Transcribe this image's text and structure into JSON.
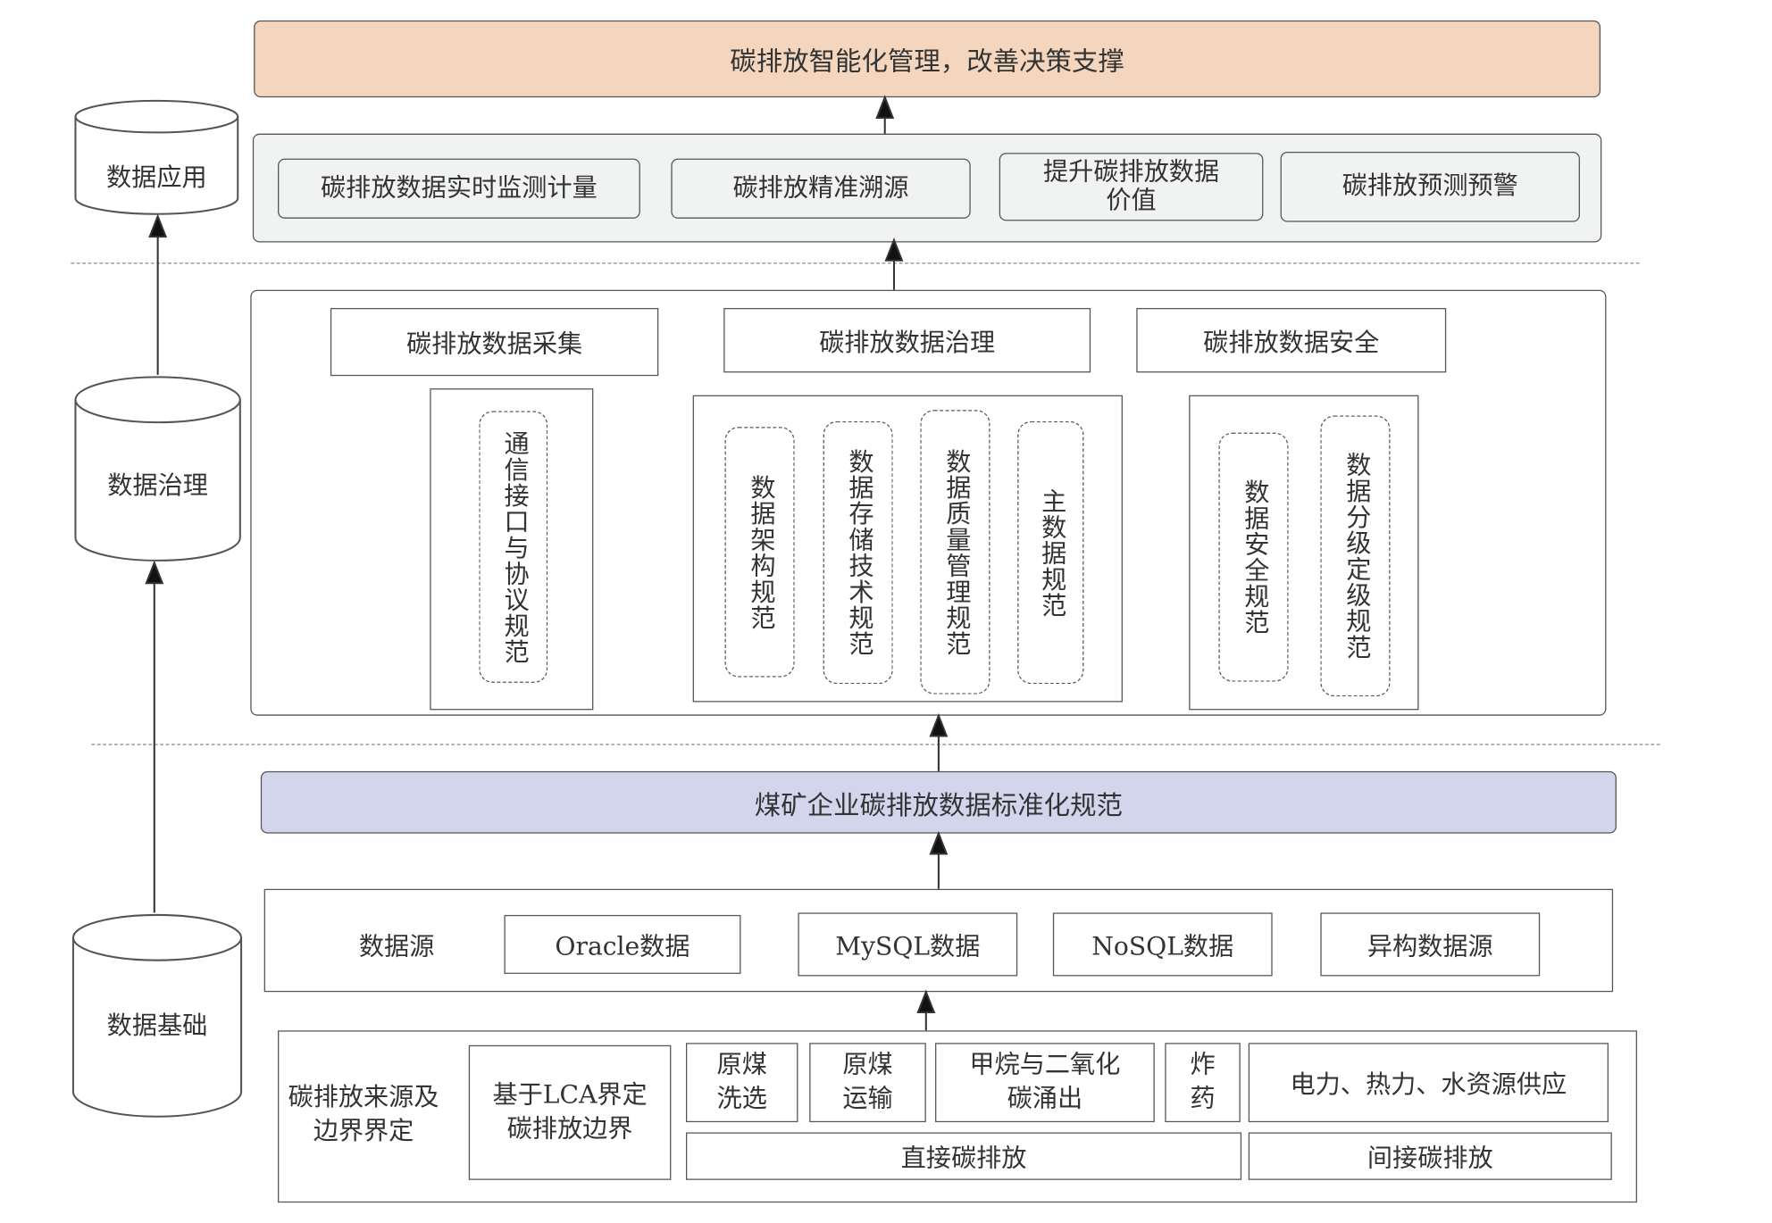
{
  "top_goal": "碳排放智能化管理，改善决策支撑",
  "applications": [
    "碳排放数据实时监测计量",
    "碳排放精准溯源",
    "提升碳排放数据\n价值",
    "碳排放预测预警"
  ],
  "governance": {
    "headers": [
      "碳排放数据采集",
      "碳排放数据治理",
      "碳排放数据安全"
    ],
    "collection_items": [
      "通信接口与协议规范"
    ],
    "governance_items": [
      "数据架构规范",
      "数据存储技术规范",
      "数据质量管理规范",
      "主数据规范"
    ],
    "security_items": [
      "数据安全规范",
      "数据分级定级规范"
    ]
  },
  "standard": "煤矿企业碳排放数据标准化规范",
  "data_sources": {
    "label": "数据源",
    "items": [
      "Oracle数据",
      "MySQL数据",
      "NoSQL数据",
      "异构数据源"
    ]
  },
  "emission_boundary": {
    "label": "碳排放来源及\n边界界定",
    "lca": "基于LCA界定\n碳排放边界",
    "direct_items": [
      "原煤\n洗选",
      "原煤\n运输",
      "甲烷与二氧化\n碳涌出",
      "炸\n药"
    ],
    "indirect_item": "电力、热力、水资源供应",
    "direct_label": "直接碳排放",
    "indirect_label": "间接碳排放"
  },
  "side_layers": [
    "数据应用",
    "数据治理",
    "数据基础"
  ],
  "colors": {
    "goal_fill": "#f3d6bd",
    "standard_fill": "#d3d5ec",
    "app_fill": "#f1f2f2",
    "line": "#555555"
  }
}
